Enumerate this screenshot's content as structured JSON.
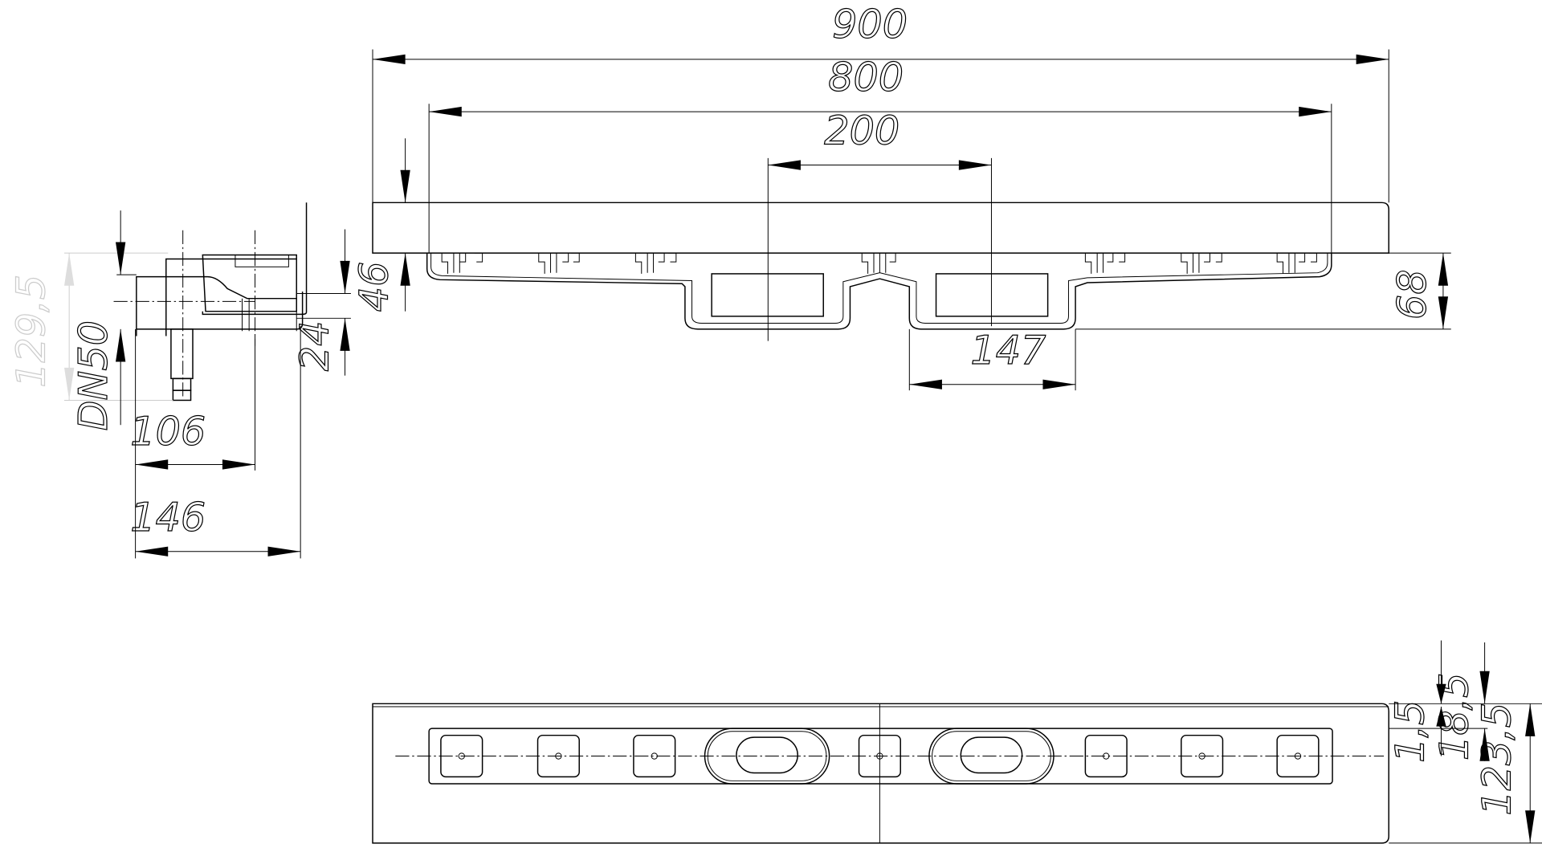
{
  "drawing": {
    "colors": {
      "line": "#000000",
      "background": "#ffffff",
      "faded_dimension": "#cccccc"
    },
    "front_view": {
      "dimensions": {
        "overall_length": "900",
        "channel_length": "800",
        "outlet_spacing": "200",
        "plate_height": "46",
        "channel_depth": "68",
        "outlet_width": "147"
      }
    },
    "side_section": {
      "dimensions": {
        "total_height": "129,5",
        "outlet_diameter": "DN50",
        "seal_height": "24",
        "outlet_offset": "106",
        "section_width": "146"
      }
    },
    "top_view": {
      "dimensions": {
        "edge_offset": "1,5",
        "grate_offset": "18,5",
        "total_width": "123,5"
      }
    }
  }
}
